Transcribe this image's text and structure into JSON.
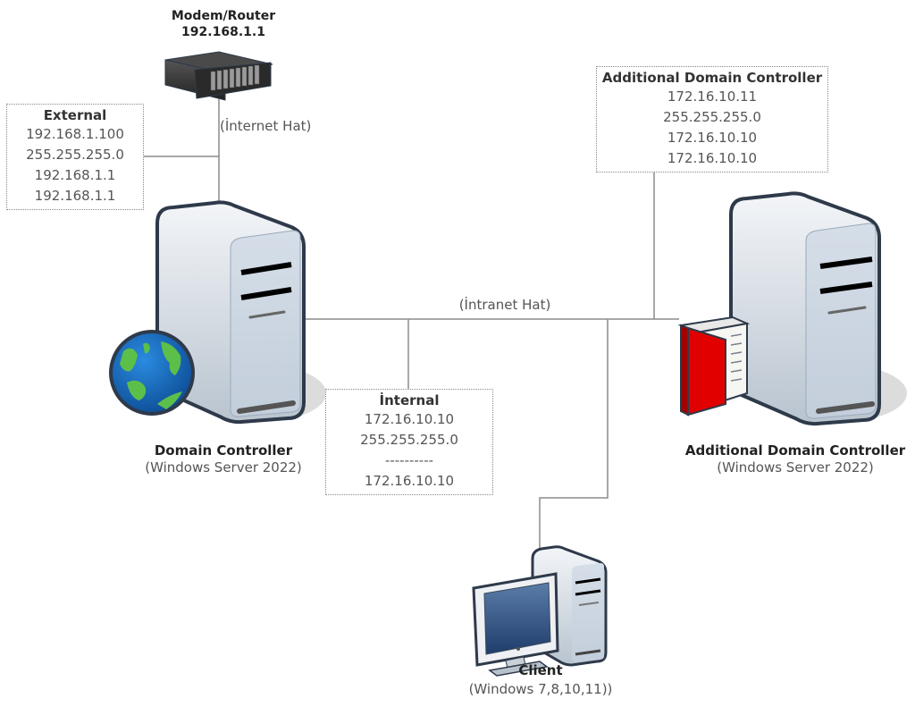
{
  "router": {
    "title": "Modem/Router",
    "ip": "192.168.1.1",
    "icon": "router-icon"
  },
  "links": {
    "internet_label": "(İnternet Hat)",
    "intranet_label": "(İntranet Hat)"
  },
  "external_box": {
    "title": "External",
    "rows": [
      "192.168.1.100",
      "255.255.255.0",
      "192.168.1.1",
      "192.168.1.1"
    ]
  },
  "internal_box": {
    "title": "İnternal",
    "rows": [
      "172.16.10.10",
      "255.255.255.0",
      "----------",
      "172.16.10.10"
    ]
  },
  "adc_box": {
    "title": "Additional Domain Controller",
    "rows": [
      "172.16.10.11",
      "255.255.255.0",
      "172.16.10.10",
      "172.16.10.10"
    ]
  },
  "domain_controller": {
    "title": "Domain Controller",
    "subtitle": "(Windows Server 2022)",
    "icon": "server-globe-icon"
  },
  "additional_dc": {
    "title": "Additional Domain Controller",
    "subtitle": "(Windows Server 2022)",
    "icon": "server-book-icon"
  },
  "client": {
    "title": "Client",
    "subtitle": "(Windows 7,8,10,11))",
    "icon": "workstation-icon"
  },
  "colors": {
    "line": "#8c8c8c",
    "server_outline": "#2e3a4a",
    "globe_blue": "#1565b5",
    "globe_green": "#5cbf4a",
    "book_red": "#e00000"
  }
}
